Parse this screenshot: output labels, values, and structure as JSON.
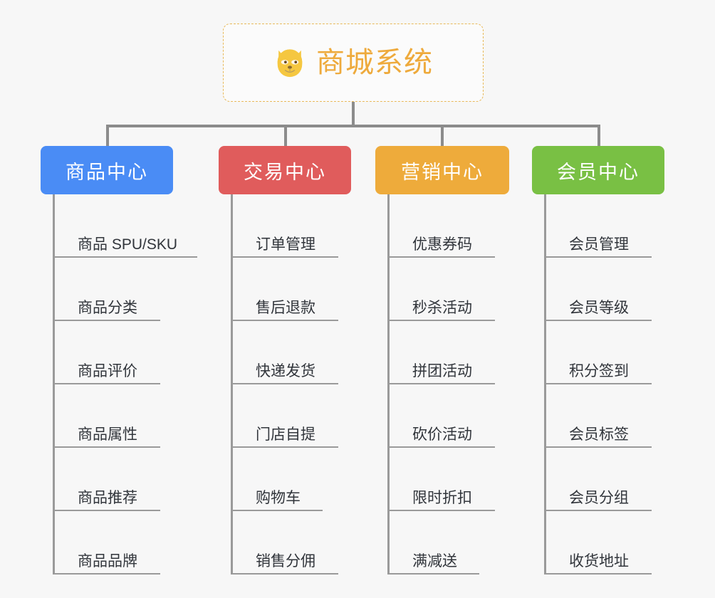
{
  "root": {
    "title": "商城系统",
    "icon": "dog-face-emoji",
    "text_color": "#eeaa3c",
    "border_color": "#e8b95a"
  },
  "canvas": {
    "background": "#f7f7f7",
    "connector_color": "#8c8c8c"
  },
  "branches": [
    {
      "key": "product",
      "label": "商品中心",
      "color": "#4a8cf5",
      "items": [
        {
          "label": "商品 SPU/SKU",
          "underline_width": 200
        },
        {
          "label": "商品分类",
          "underline_width": 148
        },
        {
          "label": "商品评价",
          "underline_width": 148
        },
        {
          "label": "商品属性",
          "underline_width": 148
        },
        {
          "label": "商品推荐",
          "underline_width": 148
        },
        {
          "label": "商品品牌",
          "underline_width": 148
        }
      ]
    },
    {
      "key": "trade",
      "label": "交易中心",
      "color": "#e05c5c",
      "items": [
        {
          "label": "订单管理",
          "underline_width": 148
        },
        {
          "label": "售后退款",
          "underline_width": 148
        },
        {
          "label": "快递发货",
          "underline_width": 148
        },
        {
          "label": "门店自提",
          "underline_width": 148
        },
        {
          "label": "购物车",
          "underline_width": 126
        },
        {
          "label": "销售分佣",
          "underline_width": 148
        }
      ]
    },
    {
      "key": "marketing",
      "label": "营销中心",
      "color": "#eeab3b",
      "items": [
        {
          "label": "优惠券码",
          "underline_width": 148
        },
        {
          "label": "秒杀活动",
          "underline_width": 148
        },
        {
          "label": "拼团活动",
          "underline_width": 148
        },
        {
          "label": "砍价活动",
          "underline_width": 148
        },
        {
          "label": "限时折扣",
          "underline_width": 148
        },
        {
          "label": "满减送",
          "underline_width": 126
        }
      ]
    },
    {
      "key": "member",
      "label": "会员中心",
      "color": "#79c044",
      "items": [
        {
          "label": "会员管理",
          "underline_width": 148
        },
        {
          "label": "会员等级",
          "underline_width": 148
        },
        {
          "label": "积分签到",
          "underline_width": 148
        },
        {
          "label": "会员标签",
          "underline_width": 148
        },
        {
          "label": "会员分组",
          "underline_width": 148
        },
        {
          "label": "收货地址",
          "underline_width": 148
        }
      ]
    }
  ],
  "layout": {
    "column_lefts": [
      57,
      307,
      527,
      747
    ],
    "drop_lefts": [
      149,
      399,
      619,
      839
    ]
  }
}
